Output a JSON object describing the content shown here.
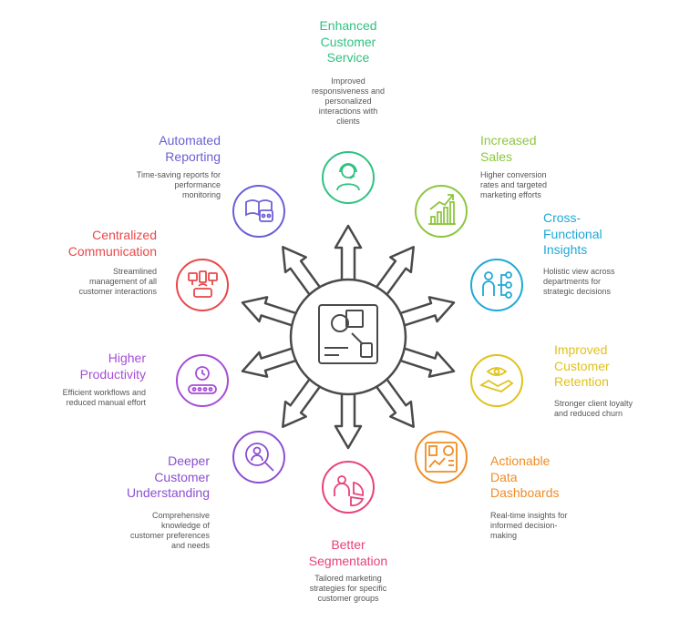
{
  "center": {
    "icon": "dashboard-map-icon"
  },
  "benefits": [
    {
      "key": "enhanced-customer-service",
      "title": "Enhanced\nCustomer\nService",
      "description": "Improved\nresponsiveness and\npersonalized\ninteractions with\nclients",
      "color": "#2fc281",
      "icon": "headset-agent-icon"
    },
    {
      "key": "increased-sales",
      "title": "Increased\nSales",
      "description": "Higher conversion\nrates and targeted\nmarketing efforts",
      "color": "#8dc63f",
      "icon": "growth-chart-icon"
    },
    {
      "key": "cross-functional-insights",
      "title": "Cross-\nFunctional\nInsights",
      "description": "Holistic view across\ndepartments for\nstrategic decisions",
      "color": "#1fa8d6",
      "icon": "org-network-icon"
    },
    {
      "key": "improved-customer-retention",
      "title": "Improved\nCustomer\nRetention",
      "description": "Stronger client loyalty\nand reduced churn",
      "color": "#e0c21b",
      "icon": "handshake-icon"
    },
    {
      "key": "actionable-data-dashboards",
      "title": "Actionable\nData\nDashboards",
      "description": "Real-time insights for\ninformed decision-\nmaking",
      "color": "#f08c24",
      "icon": "dashboard-icon"
    },
    {
      "key": "better-segmentation",
      "title": "Better\nSegmentation",
      "description": "Tailored marketing\nstrategies for specific\ncustomer groups",
      "color": "#e8417a",
      "icon": "pie-segment-icon"
    },
    {
      "key": "deeper-customer-understanding",
      "title": "Deeper\nCustomer\nUnderstanding",
      "description": "Comprehensive\nknowledge of\ncustomer preferences\nand needs",
      "color": "#8b4fd1",
      "icon": "user-search-icon"
    },
    {
      "key": "higher-productivity",
      "title": "Higher\nProductivity",
      "description": "Efficient workflows and\nreduced manual effort",
      "color": "#a64dd6",
      "icon": "clock-workflow-icon"
    },
    {
      "key": "centralized-communication",
      "title": "Centralized\nCommunication",
      "description": "Streamlined\nmanagement of all\ncustomer interactions",
      "color": "#e8484a",
      "icon": "connected-devices-icon"
    },
    {
      "key": "automated-reporting",
      "title": "Automated\nReporting",
      "description": "Time-saving reports for\nperformance\nmonitoring",
      "color": "#6a5fd6",
      "icon": "report-robot-icon"
    }
  ]
}
